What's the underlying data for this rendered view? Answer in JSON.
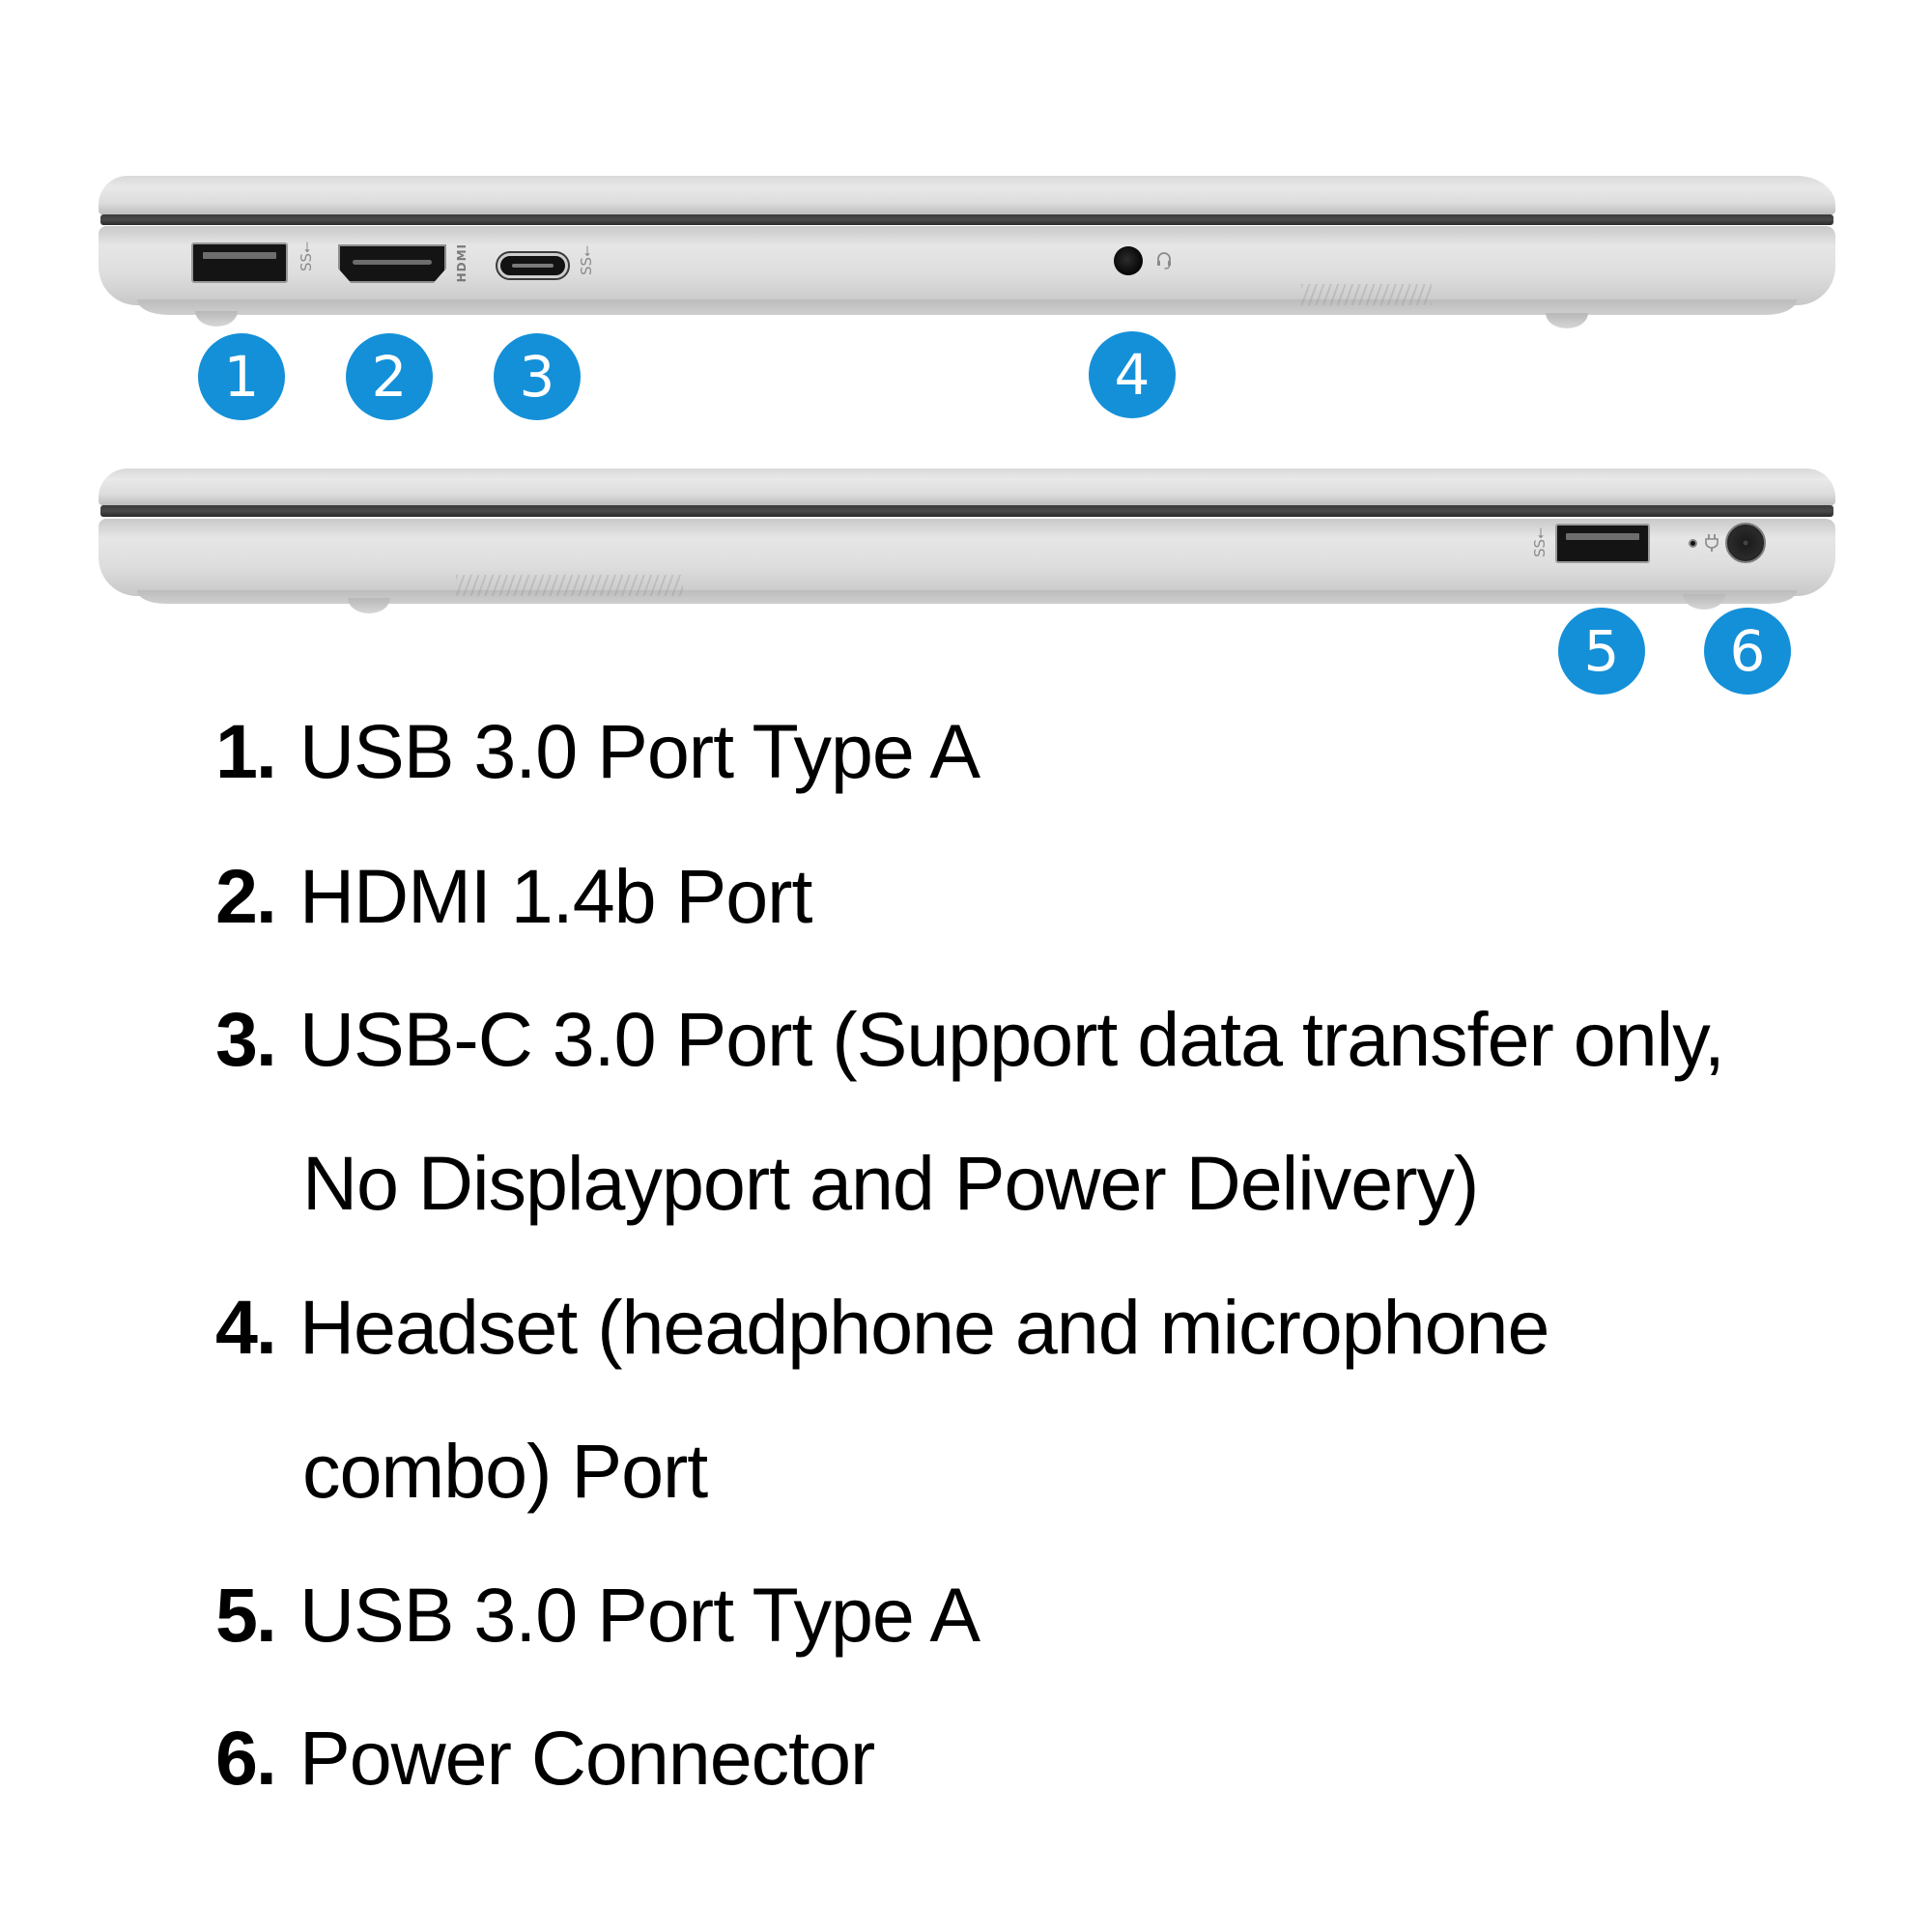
{
  "colors": {
    "badge": "#1490d8",
    "badge_text": "#ffffff",
    "laptop_silver": "#dcdcdc",
    "text": "#000000",
    "background": "#ffffff"
  },
  "views": {
    "left_side": {
      "ports": [
        {
          "id": 1,
          "type": "usb-a",
          "icon": "superspeed-usb-icon"
        },
        {
          "id": 2,
          "type": "hdmi",
          "icon_label": "HDMI"
        },
        {
          "id": 3,
          "type": "usb-c",
          "icon": "superspeed-usb-icon"
        },
        {
          "id": 4,
          "type": "audio-jack",
          "icon": "headset-icon"
        }
      ],
      "badges": [
        "1",
        "2",
        "3",
        "4"
      ]
    },
    "right_side": {
      "ports": [
        {
          "id": 5,
          "type": "usb-a",
          "icon": "superspeed-usb-icon"
        },
        {
          "id": 6,
          "type": "dc-power",
          "icon": "power-plug-icon"
        }
      ],
      "badges": [
        "5",
        "6"
      ]
    }
  },
  "labels": {
    "hdmi_port_label": "HDMI",
    "ss_symbol": "SS⭠"
  },
  "legend": {
    "items": [
      {
        "number": "1.",
        "lines": [
          "USB 3.0 Port Type A"
        ]
      },
      {
        "number": "2.",
        "lines": [
          "HDMI 1.4b Port"
        ]
      },
      {
        "number": "3.",
        "lines": [
          "USB-C 3.0 Port (Support data transfer only,",
          "No Displayport and Power Delivery)"
        ]
      },
      {
        "number": "4.",
        "lines": [
          "Headset (headphone and microphone",
          "combo) Port"
        ]
      },
      {
        "number": "5.",
        "lines": [
          "USB 3.0 Port Type A"
        ]
      },
      {
        "number": "6.",
        "lines": [
          "Power Connector"
        ]
      }
    ]
  }
}
